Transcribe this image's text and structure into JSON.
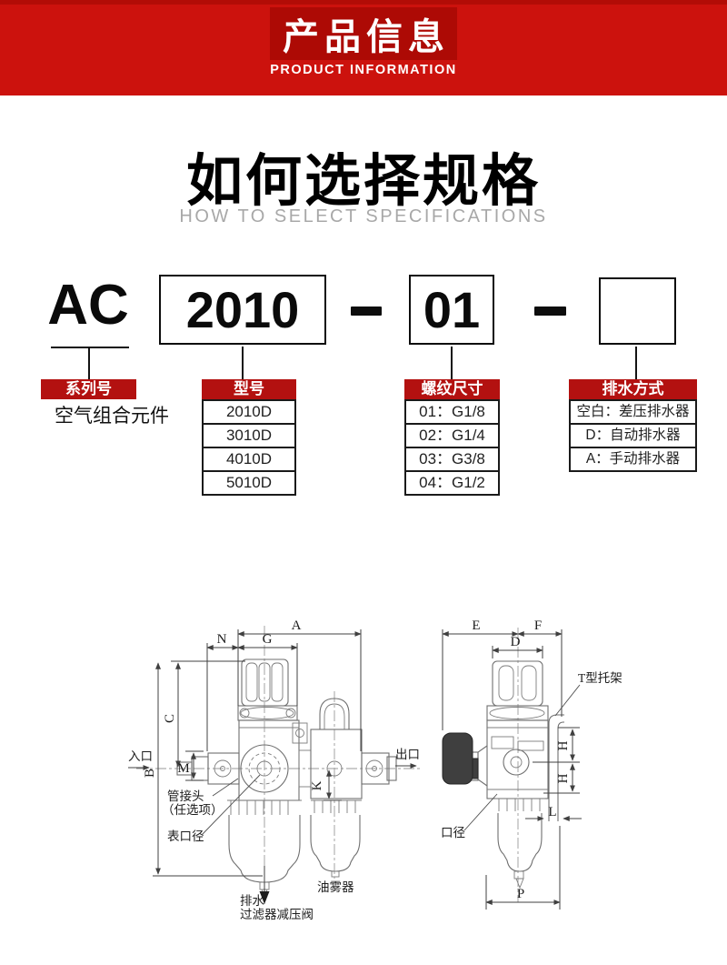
{
  "banner": {
    "title": "产品信息",
    "subtitle": "PRODUCT INFORMATION"
  },
  "section": {
    "title": "如何选择规格",
    "subtitle": "HOW TO SELECT SPECIFICATIONS"
  },
  "model_code": {
    "prefix": "AC",
    "model": "2010",
    "thread": "01",
    "separator": "-",
    "drain": ""
  },
  "columns": [
    {
      "header": "系列号",
      "items": [
        "空气组合元件"
      ]
    },
    {
      "header": "型号",
      "items": [
        "2010D",
        "3010D",
        "4010D",
        "5010D"
      ]
    },
    {
      "header": "螺纹尺寸",
      "items": [
        "01：G1/8",
        "02：G1/4",
        "03：G3/8",
        "04：G1/2"
      ]
    },
    {
      "header": "排水方式",
      "items": [
        "空白：差压排水器",
        "D：自动排水器",
        "A：手动排水器"
      ]
    }
  ],
  "diagram": {
    "left": {
      "dims": {
        "A": "A",
        "N": "N",
        "G": "G",
        "C": "C",
        "B": "B",
        "M": "M",
        "K": "K"
      },
      "labels": {
        "inlet": "入口",
        "outlet": "出口",
        "pipe_joint": "管接头",
        "pipe_joint_note": "（任选项）",
        "gauge_port": "表口径",
        "drain": "排水",
        "filter_regulator": "过滤器减压阀",
        "lubricator": "油雾器"
      }
    },
    "right": {
      "dims": {
        "E": "E",
        "F": "F",
        "D": "D",
        "H_upper": "H",
        "H_lower": "H",
        "L": "L",
        "P": "P"
      },
      "labels": {
        "t_bracket": "T型托架",
        "port": "口径"
      }
    }
  },
  "colors": {
    "banner_red": "#cc120d",
    "banner_box_red": "#ad0a05",
    "header_red": "#b31110"
  }
}
